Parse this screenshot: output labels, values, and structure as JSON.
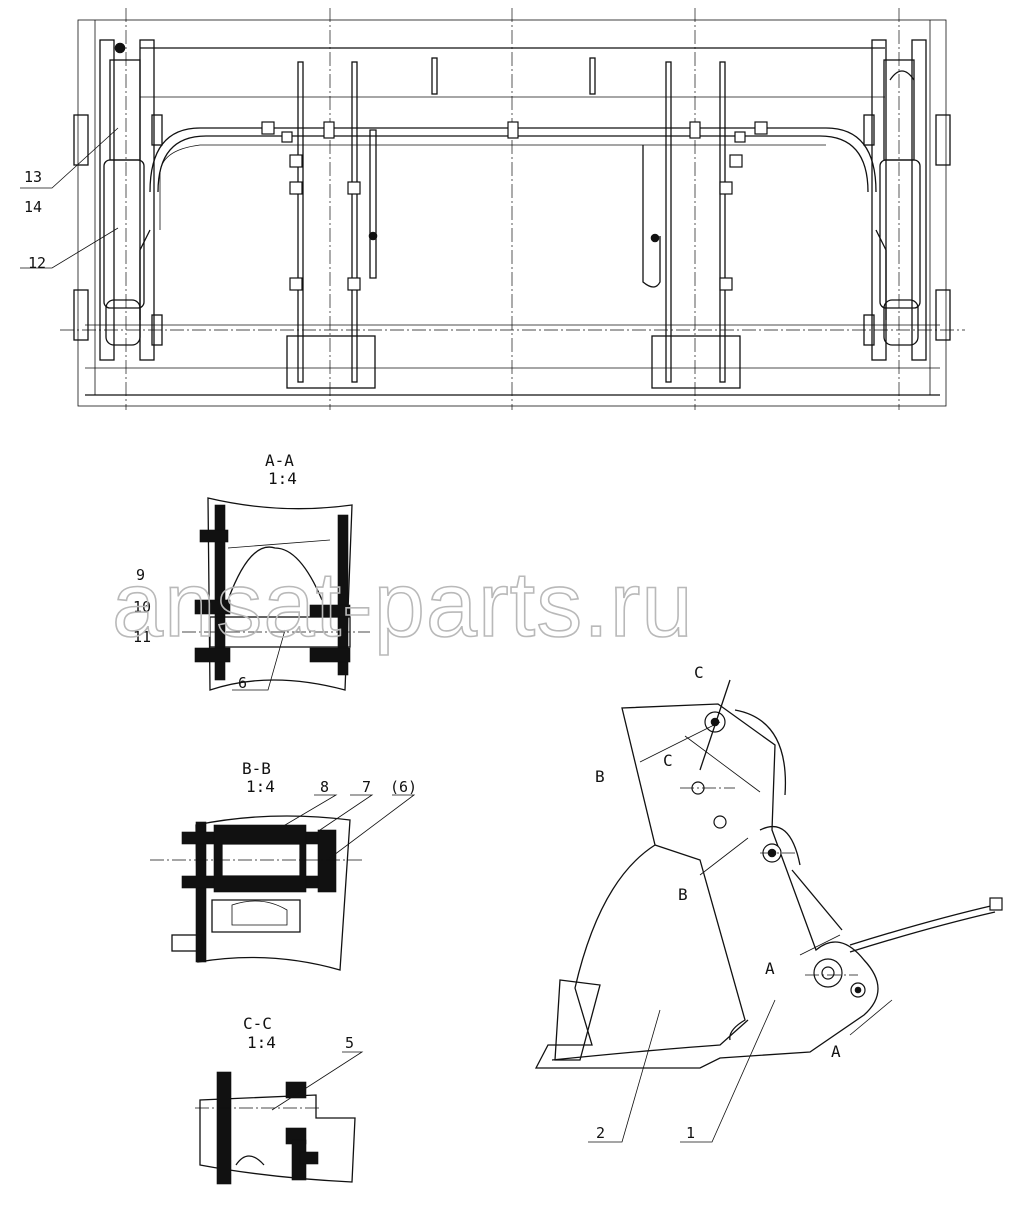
{
  "watermark": "ansat-parts.ru",
  "sections": {
    "aa": {
      "title": "A-A",
      "scale": "1:4"
    },
    "bb": {
      "title": "B-B",
      "scale": "1:4"
    },
    "cc": {
      "title": "C-C",
      "scale": "1:4"
    }
  },
  "callouts": {
    "c1": "1",
    "c2": "2",
    "c5": "5",
    "c6": "6",
    "c6ref": "(6)",
    "c7": "7",
    "c8": "8",
    "c9": "9",
    "c10": "10",
    "c11": "11",
    "c12": "12",
    "c13": "13",
    "c14": "14"
  },
  "cut_marks": {
    "a_top": "A",
    "a_bottom": "A",
    "b_top": "B",
    "b_bottom": "B",
    "c_top": "C",
    "c_bottom": "C"
  }
}
